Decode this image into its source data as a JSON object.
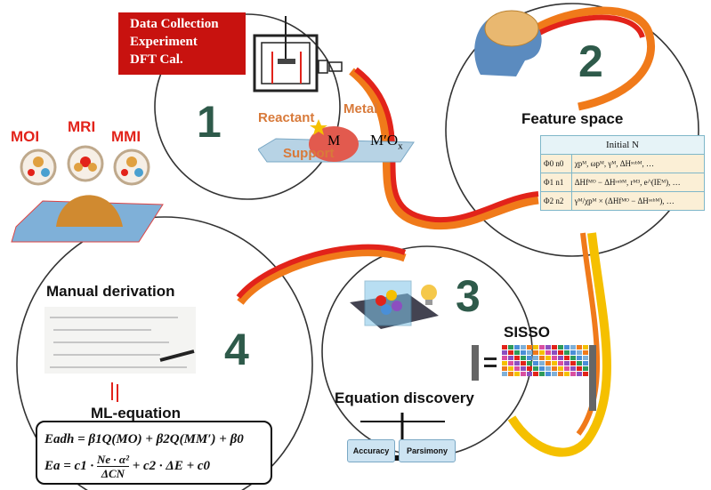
{
  "step1": {
    "number": "1",
    "data_collection": [
      "Data Collection",
      "Experiment",
      "DFT Cal."
    ],
    "reactant": "Reactant",
    "metal": "Metal",
    "m_label": "M",
    "support": "Support",
    "oxide": "M′O",
    "oxide_sub": "x"
  },
  "step2": {
    "number": "2",
    "title": "Feature space",
    "table": {
      "header": "Initial  N",
      "rows": [
        {
          "phi": "Φ0  n0",
          "features": "χpᴹ, ωpᴹ, γᴹ, ΔHˢᵘᵇᴹ, …"
        },
        {
          "phi": "Φ1  n1",
          "features": "ΔHfᴹᴼ − ΔHˢᵘᵇᴹ, rᴹ³, e^(IEᴹ), …"
        },
        {
          "phi": "Φ2  n2",
          "features": "γᴹ/χpᴹ × (ΔHfᴹᴼ − ΔHˢᵘᵇᴹ), …"
        }
      ]
    }
  },
  "step3": {
    "number": "3",
    "sisso": "SISSO",
    "title": "Equation discovery",
    "accuracy": "Accuracy",
    "parsimony": "Parsimony"
  },
  "step4": {
    "number": "4",
    "manual": "Manual derivation",
    "ml": "ML-equation",
    "eq1": "Eadh = β1Q(MO) + β2Q(MM′) + β0",
    "eq2_a": "Ea = c1 ·",
    "eq2_num": "Ne · α²",
    "eq2_den": "ΔCN",
    "eq2_b": "+ c2 · ΔE + c0"
  },
  "interfaces": {
    "moi": "MOI",
    "mri": "MRI",
    "mmi": "MMI"
  },
  "colors": {
    "red_label": "#e2231a",
    "step_number": "#2e5a4a",
    "data_box": "#c8120f",
    "ribbon_red": "#e2231a",
    "ribbon_orange": "#f07a1a",
    "ribbon_yellow": "#f5c000"
  }
}
